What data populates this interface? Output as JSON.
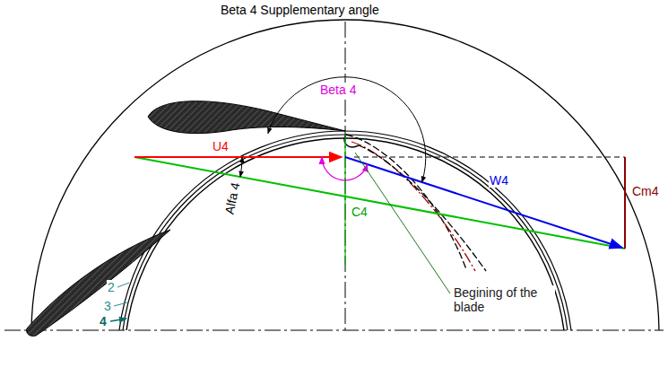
{
  "diagram": {
    "labels": [
      "Beta 4 Supplementary angle",
      "Beta 4",
      "U4",
      "Cm4",
      "W4",
      "Alfa 4",
      "C4",
      "Begining of the blade",
      "2",
      "3",
      "4"
    ]
  }
}
